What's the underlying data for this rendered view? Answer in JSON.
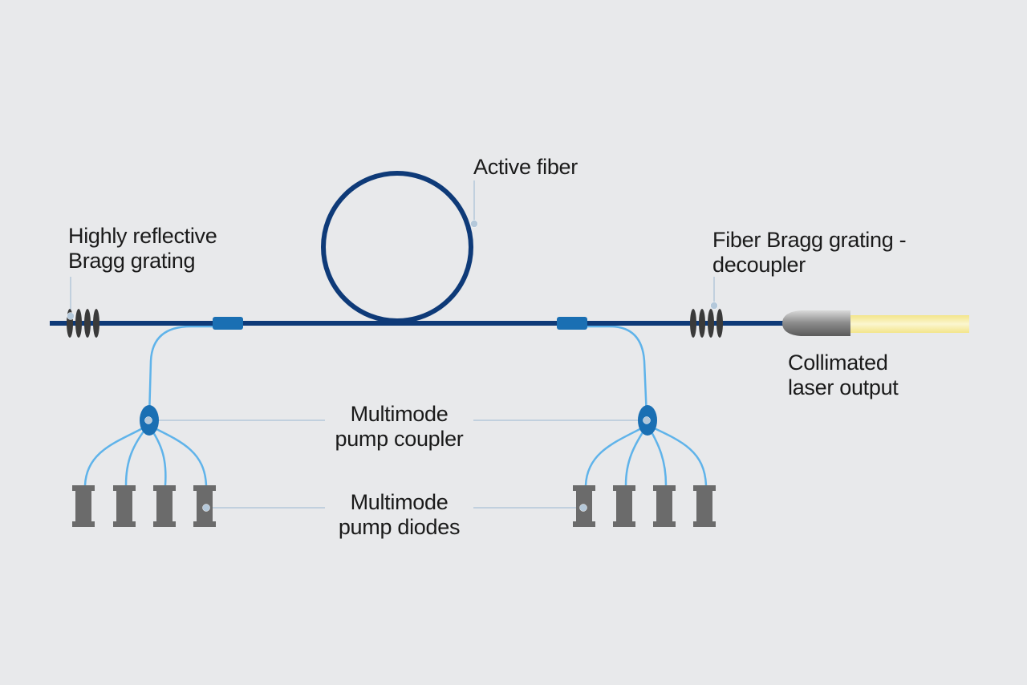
{
  "labels": {
    "active_fiber": "Active fiber",
    "highly_reflective_line1": "Highly reflective",
    "highly_reflective_line2": "Bragg grating",
    "decoupler_line1": "Fiber Bragg grating -",
    "decoupler_line2": "decoupler",
    "collimated_line1": "Collimated",
    "collimated_line2": "laser output",
    "pump_coupler_line1": "Multimode",
    "pump_coupler_line2": "pump coupler",
    "pump_diodes_line1": "Multimode",
    "pump_diodes_line2": "pump diodes"
  },
  "colors": {
    "background": "#e8e9eb",
    "main_fiber": "#0e3a78",
    "pump_fiber": "#5fb3ea",
    "coupler": "#1a6fb3",
    "grating": "#3a3a3a",
    "diode": "#6b6b6b",
    "leader_line": "#b4c8da",
    "leader_dot": "#b4c8da",
    "beam": "#f7eea5"
  }
}
